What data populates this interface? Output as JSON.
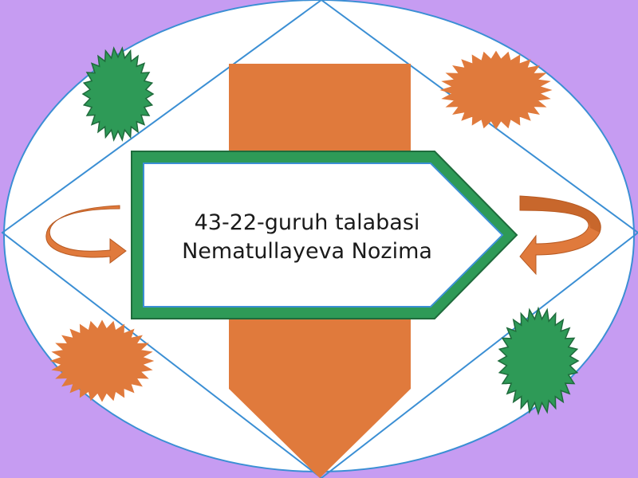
{
  "slide": {
    "line1": "43-22-guruh talabasi",
    "line2": "Nematullayeva Nozima"
  },
  "colors": {
    "background": "#c69cf2",
    "ellipse_fill": "#ffffff",
    "outline_blue": "#3b8fd4",
    "orange": "#e07a3c",
    "green": "#2e9a57",
    "dark_green": "#1f6b3c"
  },
  "decorations": {
    "starbursts": [
      "green",
      "orange",
      "orange",
      "green"
    ],
    "curved_arrows": [
      "left-arrow",
      "right-arrow"
    ]
  }
}
